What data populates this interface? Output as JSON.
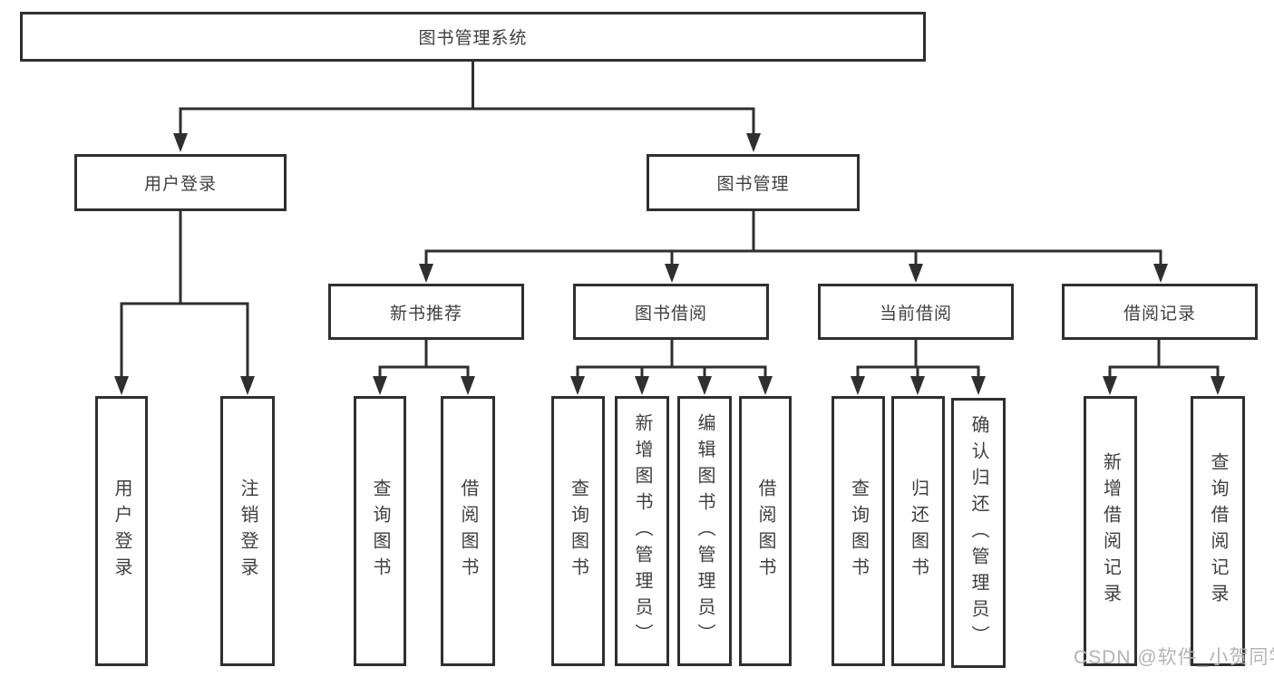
{
  "diagram": {
    "root": {
      "id": "library-management-system",
      "label": "图书管理系统"
    },
    "level2": [
      {
        "id": "user-login",
        "label": "用户登录"
      },
      {
        "id": "book-management",
        "label": "图书管理"
      }
    ],
    "level3": [
      {
        "id": "new-book-recommendation",
        "label": "新书推荐",
        "parent": "book-management"
      },
      {
        "id": "book-borrowing",
        "label": "图书借阅",
        "parent": "book-management"
      },
      {
        "id": "current-borrowing",
        "label": "当前借阅",
        "parent": "book-management"
      },
      {
        "id": "borrowing-records",
        "label": "借阅记录",
        "parent": "book-management"
      }
    ],
    "leaves": [
      {
        "id": "user-login-action",
        "label": "用户登录",
        "parent": "user-login"
      },
      {
        "id": "logout-action",
        "label": "注销登录",
        "parent": "user-login"
      },
      {
        "id": "query-books-recommend",
        "label": "查询图书",
        "parent": "new-book-recommendation"
      },
      {
        "id": "borrow-books-recommend",
        "label": "借阅图书",
        "parent": "new-book-recommendation"
      },
      {
        "id": "query-books-borrowing",
        "label": "查询图书",
        "parent": "book-borrowing"
      },
      {
        "id": "add-books-admin",
        "label": "新增图书（管理员）",
        "parent": "book-borrowing"
      },
      {
        "id": "edit-books-admin",
        "label": "编辑图书（管理员）",
        "parent": "book-borrowing"
      },
      {
        "id": "borrow-books-borrowing",
        "label": "借阅图书",
        "parent": "book-borrowing"
      },
      {
        "id": "query-books-current",
        "label": "查询图书",
        "parent": "current-borrowing"
      },
      {
        "id": "return-books",
        "label": "归还图书",
        "parent": "current-borrowing"
      },
      {
        "id": "confirm-return-admin",
        "label": "确认归还（管理员）",
        "parent": "current-borrowing"
      },
      {
        "id": "add-borrow-record",
        "label": "新增借阅记录",
        "parent": "borrowing-records"
      },
      {
        "id": "query-borrow-record",
        "label": "查询借阅记录",
        "parent": "borrowing-records"
      }
    ]
  },
  "watermark": {
    "text": "CSDN @软件_小贺同学"
  },
  "colors": {
    "line": "#2f2f2f",
    "box_border": "#2f2f2f",
    "text": "#3f3f3f",
    "watermark": "#b4b4b4",
    "background": "#ffffff"
  }
}
